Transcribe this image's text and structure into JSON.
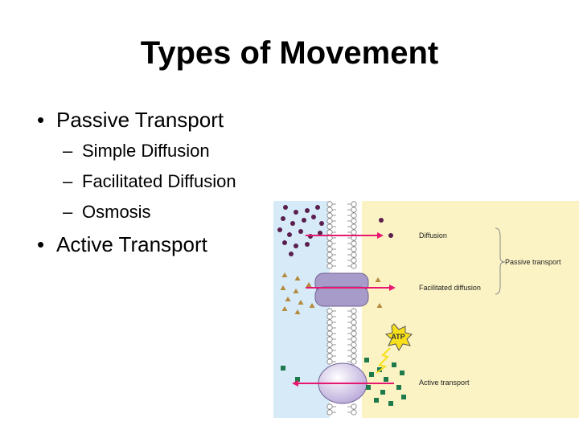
{
  "slide": {
    "title": "Types of Movement",
    "bullets": [
      {
        "text": "Passive Transport",
        "subitems": [
          "Simple Diffusion",
          "Facilitated Diffusion",
          "Osmosis"
        ]
      },
      {
        "text": "Active Transport"
      }
    ],
    "bullet_glyph": "•",
    "sub_glyph": "–"
  },
  "diagram": {
    "labels": {
      "diffusion": "Diffusion",
      "facilitated": "Facilitated diffusion",
      "active": "Active transport",
      "passive_group": "Passive transport",
      "atp": "ATP"
    },
    "colors": {
      "outside": "#d6eaf8",
      "inside": "#fbf3c4",
      "arrow": "#e8176f",
      "small_molecule": "#5a1f4e",
      "triangle_molecule": "#b48a3c",
      "square_molecule": "#1e7a4a",
      "channel_protein": "#a79bc9",
      "pump_protein": "#b7a6d8",
      "atp_burst": "#f7e01a"
    }
  }
}
